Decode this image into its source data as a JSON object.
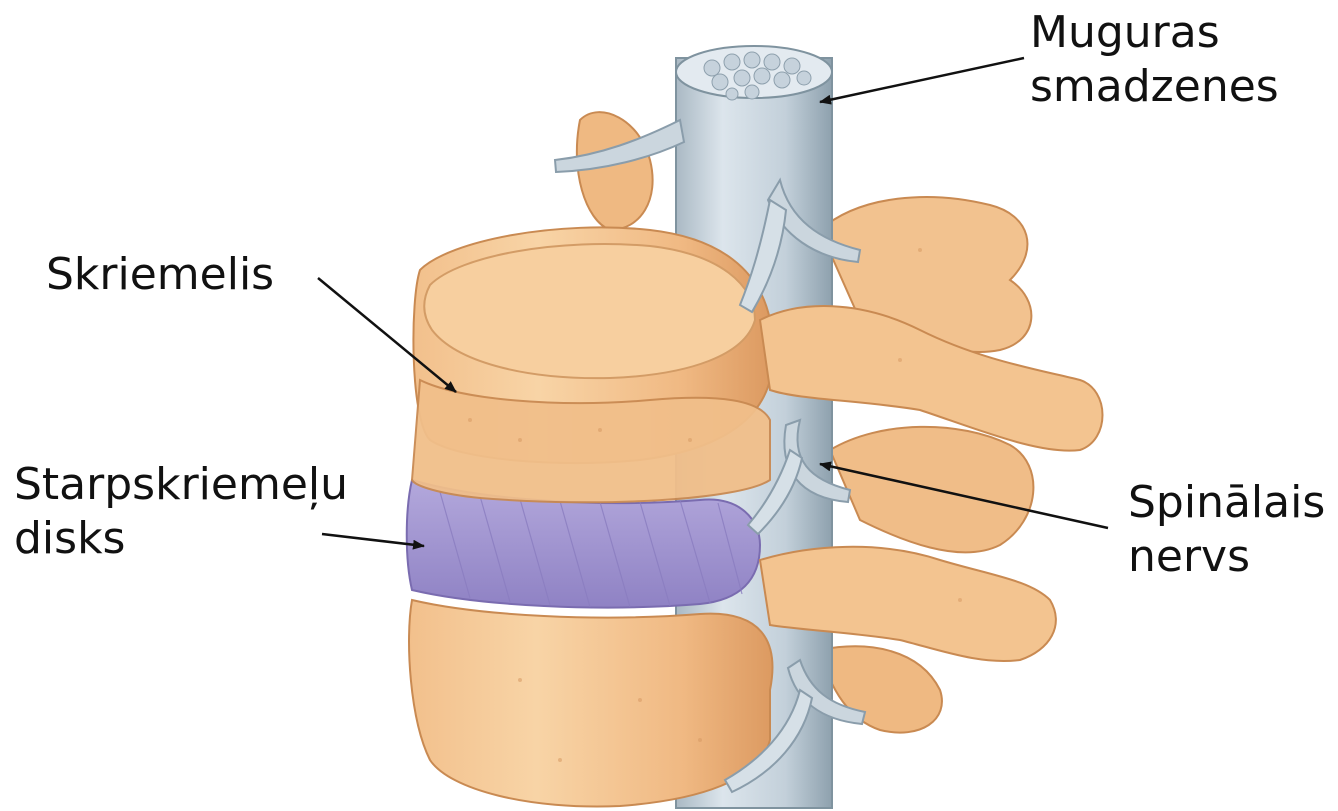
{
  "labels": {
    "spinal_cord": [
      "Muguras",
      "smadzenes"
    ],
    "vertebra": [
      "Skriemelis"
    ],
    "disc": [
      "Starpskriemeļu",
      "disks"
    ],
    "spinal_nerve": [
      "Spinālais",
      "nervs"
    ]
  },
  "colors": {
    "bone_light": "#f8d2a3",
    "bone_mid": "#efb57c",
    "bone_shadow": "#d9925a",
    "disc": "#9f92cf",
    "disc_dark": "#8174b8",
    "cord": "#c7d3dc",
    "cord_dark": "#8fa3b0",
    "arrow": "#111111"
  }
}
